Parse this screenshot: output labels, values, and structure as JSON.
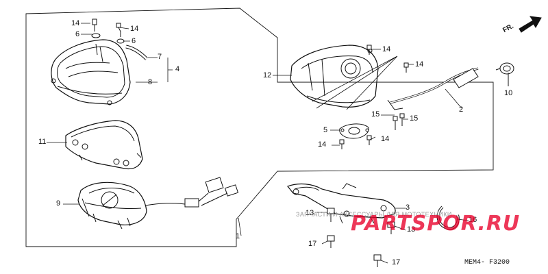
{
  "callouts": [
    {
      "id": "c14a",
      "text": "14"
    },
    {
      "id": "c6a",
      "text": "6"
    },
    {
      "id": "c14b",
      "text": "14"
    },
    {
      "id": "c6b",
      "text": "6"
    },
    {
      "id": "c7",
      "text": "7"
    },
    {
      "id": "c4",
      "text": "4"
    },
    {
      "id": "c8",
      "text": "8"
    },
    {
      "id": "c11",
      "text": "11"
    },
    {
      "id": "c9",
      "text": "9"
    },
    {
      "id": "c1",
      "text": "1"
    },
    {
      "id": "c12",
      "text": "12"
    },
    {
      "id": "c14c",
      "text": "14"
    },
    {
      "id": "c14d",
      "text": "14"
    },
    {
      "id": "c10",
      "text": "10"
    },
    {
      "id": "c2",
      "text": "2"
    },
    {
      "id": "c15a",
      "text": "15"
    },
    {
      "id": "c15b",
      "text": "15"
    },
    {
      "id": "c5",
      "text": "5"
    },
    {
      "id": "c14e",
      "text": "14"
    },
    {
      "id": "c14f",
      "text": "14"
    },
    {
      "id": "c3",
      "text": "3"
    },
    {
      "id": "c13a",
      "text": "13"
    },
    {
      "id": "c13b",
      "text": "13"
    },
    {
      "id": "c16",
      "text": "16"
    },
    {
      "id": "c17a",
      "text": "17"
    },
    {
      "id": "c17b",
      "text": "17"
    }
  ],
  "direction_label": "FR.",
  "drawing_code": "MEM4- F3200",
  "watermark": {
    "tagline": "ЗАПЧАСТИ И АКСЕССУАРЫ ДЛЯ МОТОТЕХНИКИ",
    "logo": "PARTSPOR.RU",
    "color": "#e8002a"
  }
}
